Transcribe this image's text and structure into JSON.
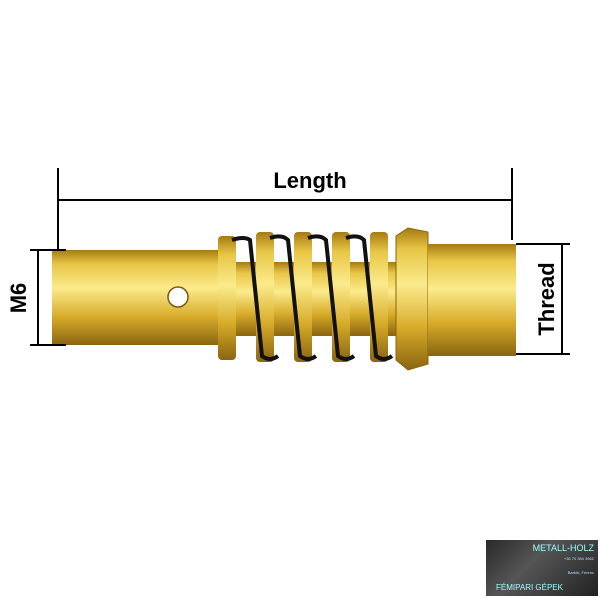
{
  "labels": {
    "length": "Length",
    "m6": "M6",
    "thread": "Thread"
  },
  "logo": {
    "name": "METALL-HOLZ",
    "phone": "+36 70 384 3662",
    "contact": "Bartók, Ferenc",
    "tagline": "FÉMIPARI GÉPEK"
  },
  "colors": {
    "brass_light": "#f7e27a",
    "brass_mid": "#d9ae2c",
    "brass_dark": "#8a6510",
    "spring": "#111111"
  }
}
